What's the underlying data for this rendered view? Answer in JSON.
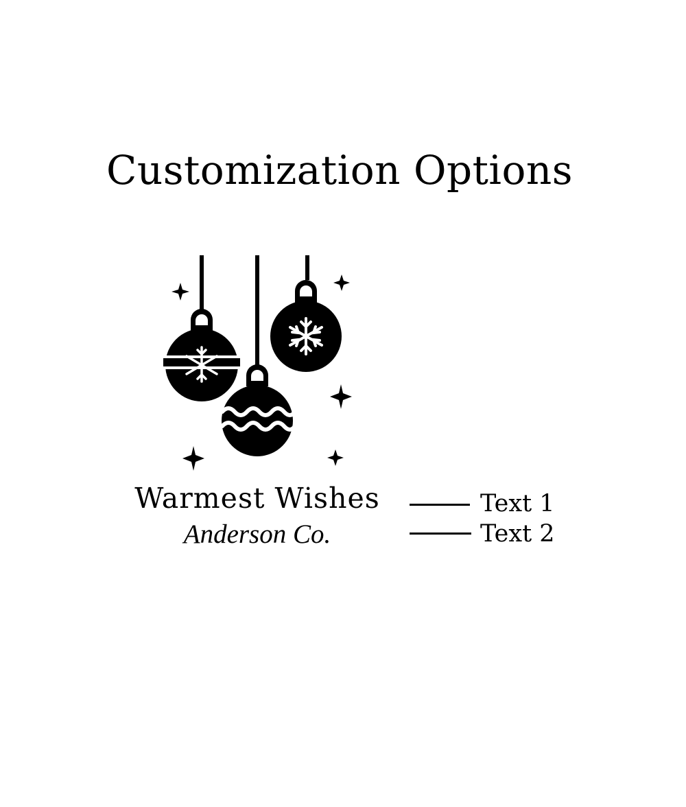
{
  "title": "Customization Options",
  "stamp": {
    "artwork_icon": "christmas-ornaments-icon",
    "text_1": "Warmest Wishes",
    "text_2": "Anderson Co."
  },
  "callouts": [
    {
      "label": "Text 1"
    },
    {
      "label": "Text 2"
    }
  ],
  "colors": {
    "ink": "#000000",
    "background": "#ffffff"
  }
}
